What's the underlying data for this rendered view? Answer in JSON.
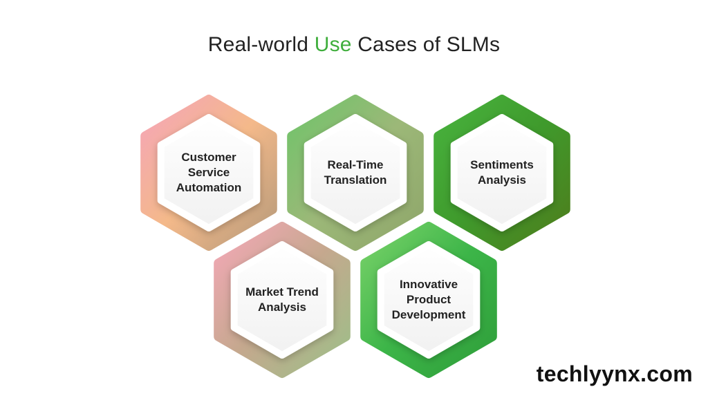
{
  "title": {
    "before": "Real-world ",
    "accent": "Use",
    "after": " Cases of SLMs",
    "accent_color": "#3fae3c"
  },
  "hexagons": [
    {
      "lines": [
        "Customer",
        "Service",
        "Automation"
      ],
      "gradient": [
        "#f5a5b8",
        "#f4b98a",
        "#b69a7a"
      ]
    },
    {
      "lines": [
        "Real-Time",
        "Translation"
      ],
      "gradient": [
        "#6fc46a",
        "#9cb878",
        "#8fa66a"
      ]
    },
    {
      "lines": [
        "Sentiments",
        "Analysis"
      ],
      "gradient": [
        "#48b33e",
        "#3f9a2c",
        "#4e7d1c"
      ]
    },
    {
      "lines": [
        "Market Trend",
        "Analysis"
      ],
      "gradient": [
        "#f5a8b8",
        "#c5a88e",
        "#9cbf88"
      ]
    },
    {
      "lines": [
        "Innovative",
        "Product",
        "Development"
      ],
      "gradient": [
        "#7ad26a",
        "#3cb548",
        "#2f9e3a"
      ]
    }
  ],
  "watermark": "techlyynx.com"
}
